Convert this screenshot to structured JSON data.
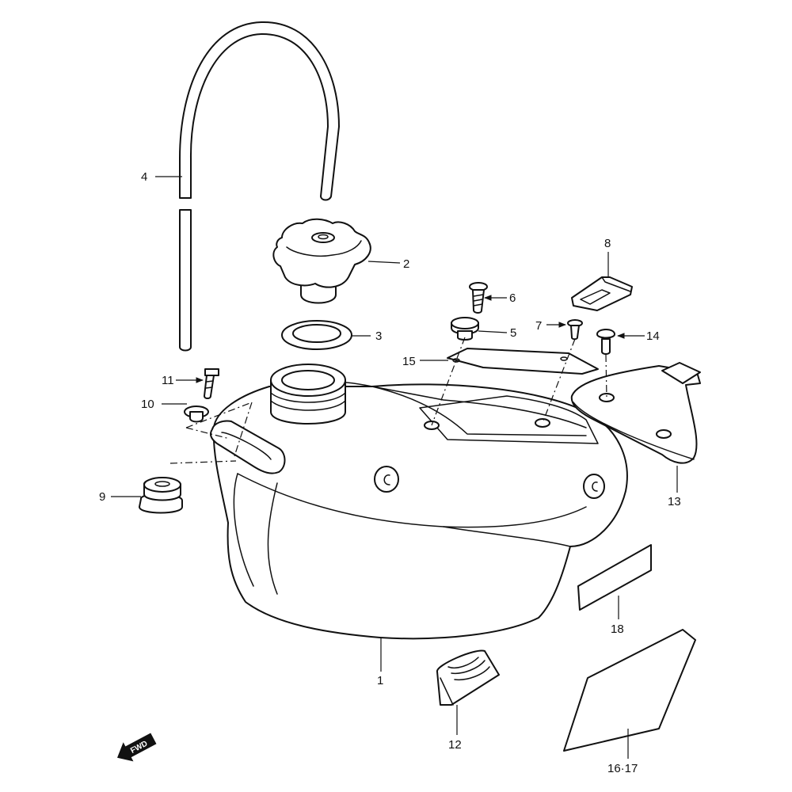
{
  "callouts": {
    "p1": "1",
    "p2": "2",
    "p3": "3",
    "p4": "4",
    "p5": "5",
    "p6": "6",
    "p7": "7",
    "p8": "8",
    "p9": "9",
    "p10": "10",
    "p11": "11",
    "p12": "12",
    "p13": "13",
    "p14": "14",
    "p15": "15",
    "p16_17": "16·17",
    "p18": "18"
  },
  "direction_badge": {
    "label": "FWD"
  },
  "colors": {
    "line": "#111111",
    "background": "#ffffff"
  }
}
